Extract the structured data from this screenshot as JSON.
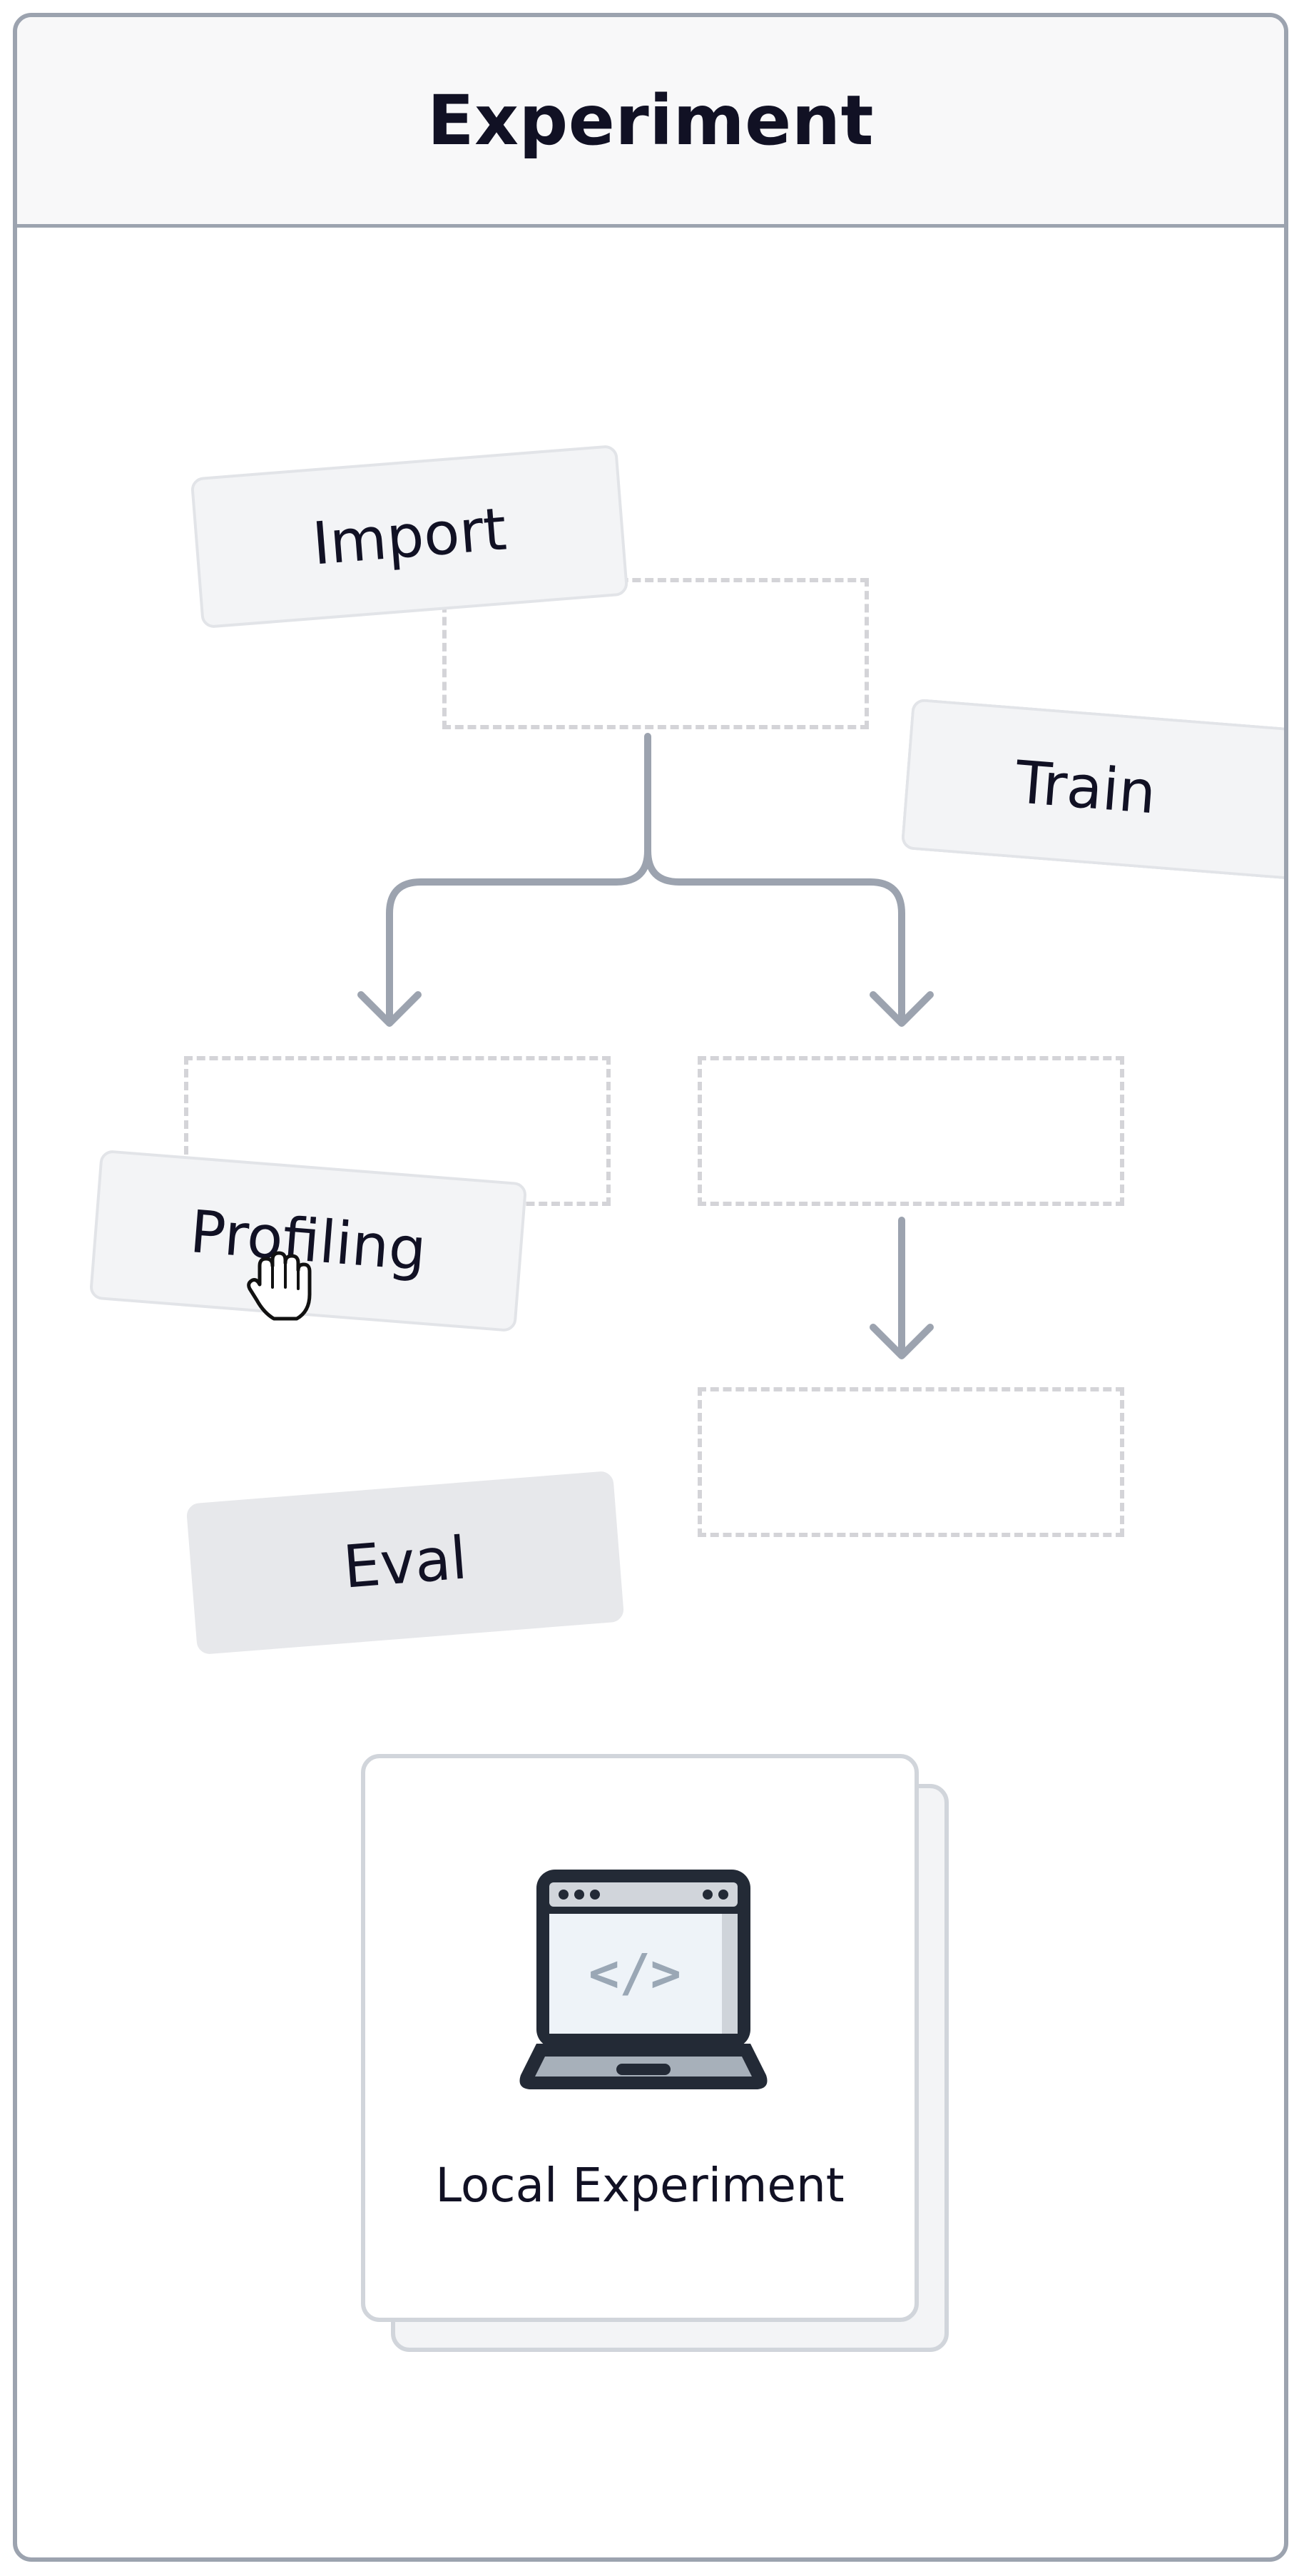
{
  "title": "Experiment",
  "steps": {
    "import": "Import",
    "train": "Train",
    "profiling": "Profiling",
    "eval": "Eval"
  },
  "target": {
    "label": "Local Experiment",
    "code_glyph": "</>"
  },
  "colors": {
    "border": "#9ca3af",
    "text": "#111124",
    "card_fill": "#f3f4f6",
    "slot_dash": "#d4d4d8",
    "laptop_dark": "#232a36"
  },
  "icons": {
    "cursor": "grab-hand-icon",
    "target": "laptop-code-icon"
  }
}
